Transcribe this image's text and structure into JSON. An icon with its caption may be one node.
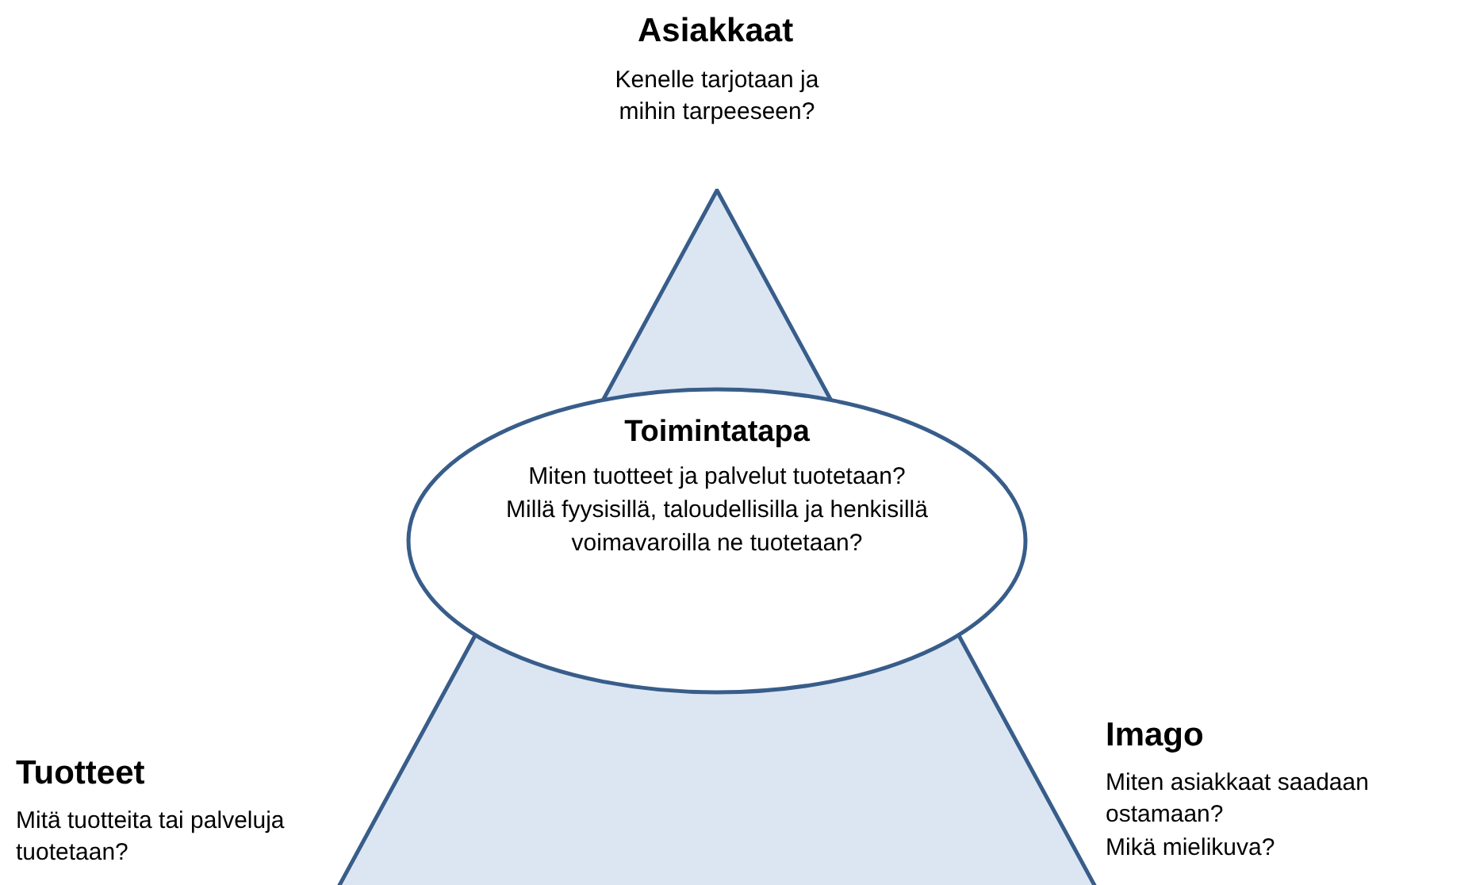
{
  "diagram": {
    "nodes": [
      {
        "text": [],
        "shape": "triangle"
      },
      {
        "text": [
          "Toimintatapa",
          "Miten tuotteet ja palvelut tuotetaan?",
          "Millä fyysisillä, taloudellisilla ja henkisillä voimavaroilla ne tuotetaan?"
        ],
        "in": 0
      }
    ],
    "labels": [
      "Asiakkaat",
      "Kenelle tarjotaan ja mihin tarpeeseen?",
      "Tuotteet",
      "Mitä tuotteita tai palveluja tuotetaan?",
      "Imago",
      "Miten asiakkaat saadaan ostamaan?",
      "Mikä mielikuva?"
    ]
  }
}
